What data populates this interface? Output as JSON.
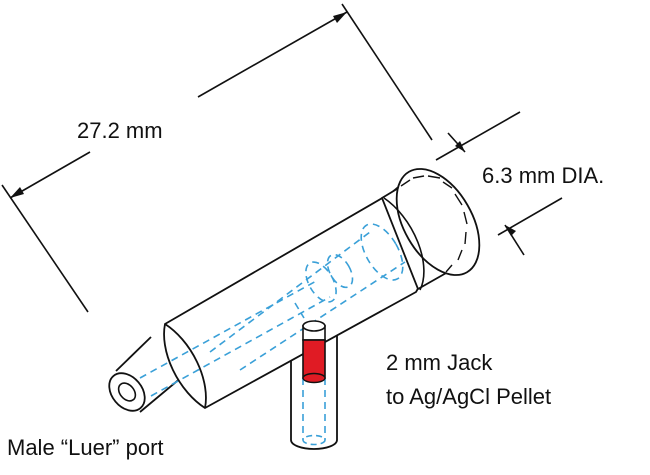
{
  "labels": {
    "length": "27.2 mm",
    "diameter": "6.3 mm DIA.",
    "jack_line1": "2 mm Jack",
    "jack_line2": "to Ag/AgCl Pellet",
    "port": "Male “Luer” port"
  },
  "colors": {
    "outline": "#111111",
    "hidden_line": "#3aa0d8",
    "pellet": "#e01b24",
    "background": "#ffffff"
  }
}
